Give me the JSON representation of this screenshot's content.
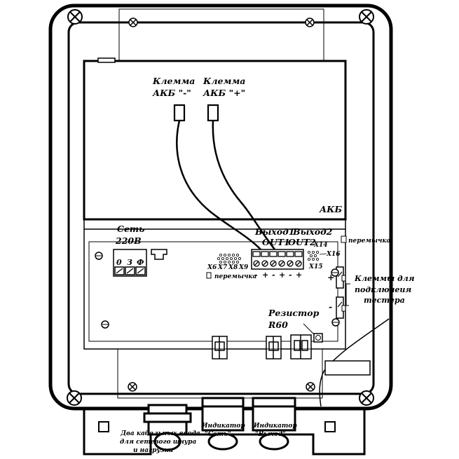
{
  "labels": {
    "akb_minus": [
      "Клемма",
      "АКБ \"-\""
    ],
    "akb_plus": [
      "Клемма",
      "АКБ \"+\""
    ],
    "akb": "АКБ",
    "set": "Сеть",
    "v220": "220В",
    "vyhod1": "Выход1",
    "vyhod2": "Выход2",
    "out1": "OUT1",
    "out2": "OUT2",
    "x14": "X14",
    "x15": "X15",
    "x16": "X16",
    "peremychka_right": "перемычка",
    "peremychka_left": "перемычка",
    "x6": "X6",
    "x7": "X7",
    "x8": "X8",
    "x9": "X9",
    "terminal_0": "0",
    "terminal_z": "З",
    "terminal_f": "Ф",
    "polarity": [
      "-",
      "+",
      "-",
      "+",
      "-",
      "+"
    ],
    "tester_plus": "+",
    "tester_minus": "-",
    "klemmy_testera": [
      "Клеммы для",
      "подключеия",
      "тестера"
    ],
    "rezistor": [
      "Резистор",
      "R60"
    ],
    "cable_inputs": [
      "Два кабельных ввода",
      "для сетевого шнура",
      "и нагрузки"
    ],
    "ind_set": [
      "Индикатор",
      "\"Сеть\""
    ],
    "ind_vyhod": [
      "Индикатор",
      "\"Выход\""
    ]
  }
}
